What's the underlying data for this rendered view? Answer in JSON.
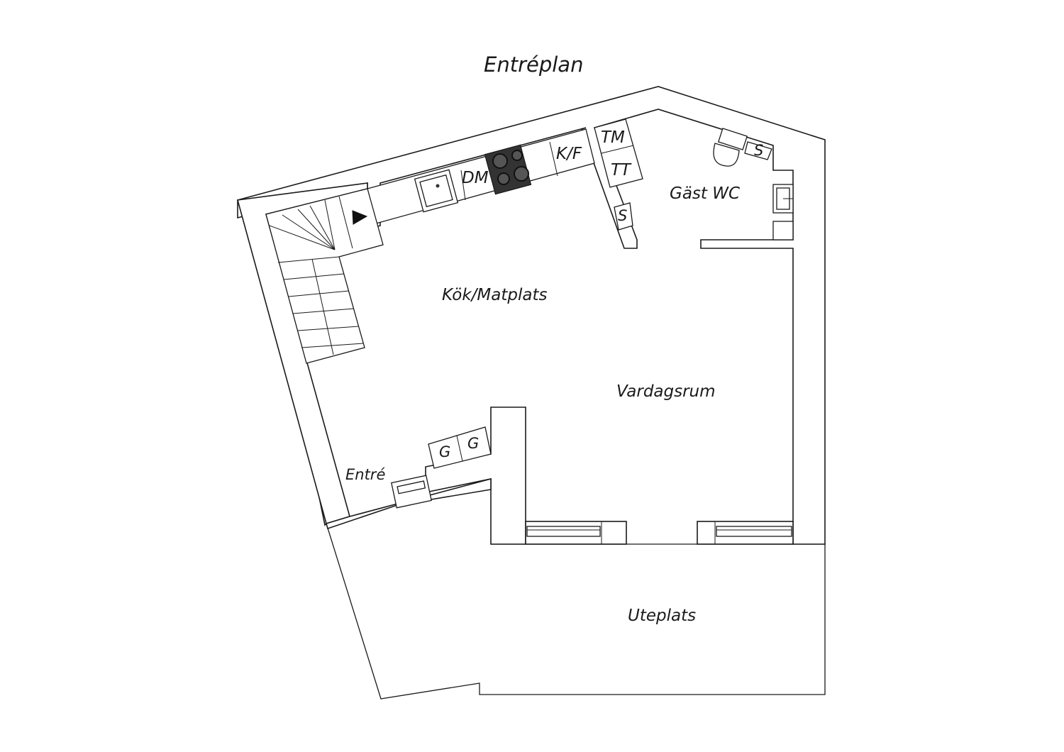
{
  "plan": {
    "title": "Entréplan",
    "rooms": {
      "kitchen": "Kök/Matplats",
      "living": "Vardagsrum",
      "entry": "Entré",
      "guest_wc": "Gäst WC",
      "patio": "Uteplats"
    },
    "fixtures": {
      "dishwasher": "DM",
      "fridge_freezer": "K/F",
      "washing_machine": "TM",
      "dryer": "TT",
      "wardrobe_kitchen": "S",
      "wardrobe_wc": "S",
      "wardrobe_g1": "G",
      "wardrobe_g2": "G"
    }
  }
}
